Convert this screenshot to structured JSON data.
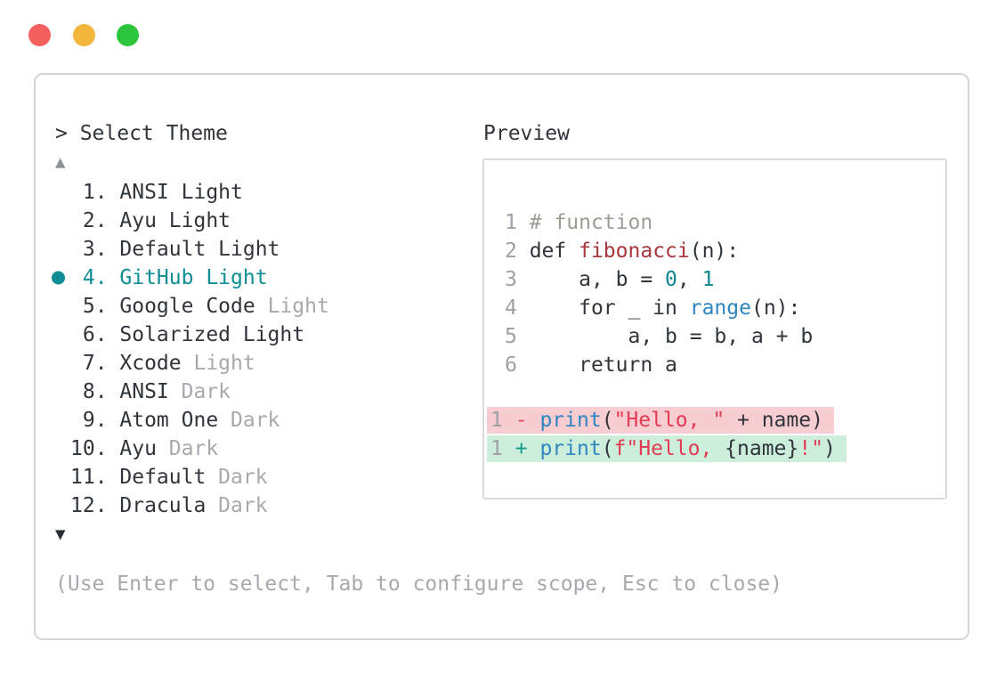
{
  "picker": {
    "title": "> Select Theme",
    "scroll_up_symbol": "▲",
    "scroll_down_symbol": "▼",
    "items": [
      {
        "number": 1,
        "name": "ANSI Light",
        "suffix": "",
        "selected": false
      },
      {
        "number": 2,
        "name": "Ayu Light",
        "suffix": "",
        "selected": false
      },
      {
        "number": 3,
        "name": "Default Light",
        "suffix": "",
        "selected": false
      },
      {
        "number": 4,
        "name": "GitHub Light",
        "suffix": "",
        "selected": true
      },
      {
        "number": 5,
        "name": "Google Code",
        "suffix": "Light",
        "selected": false
      },
      {
        "number": 6,
        "name": "Solarized Light",
        "suffix": "",
        "selected": false
      },
      {
        "number": 7,
        "name": "Xcode",
        "suffix": "Light",
        "selected": false
      },
      {
        "number": 8,
        "name": "ANSI",
        "suffix": "Dark",
        "selected": false
      },
      {
        "number": 9,
        "name": "Atom One",
        "suffix": "Dark",
        "selected": false
      },
      {
        "number": 10,
        "name": "Ayu",
        "suffix": "Dark",
        "selected": false
      },
      {
        "number": 11,
        "name": "Default",
        "suffix": "Dark",
        "selected": false
      },
      {
        "number": 12,
        "name": "Dracula",
        "suffix": "Dark",
        "selected": false
      }
    ]
  },
  "preview": {
    "title": "Preview",
    "code_lines": [
      {
        "num": "1",
        "tokens": [
          [
            "plain",
            " "
          ],
          [
            "comment",
            "# function"
          ]
        ]
      },
      {
        "num": "2",
        "tokens": [
          [
            "plain",
            " def "
          ],
          [
            "func",
            "fibonacci"
          ],
          [
            "plain",
            "(n):"
          ]
        ]
      },
      {
        "num": "3",
        "tokens": [
          [
            "plain",
            "     a, b = "
          ],
          [
            "num",
            "0"
          ],
          [
            "plain",
            ", "
          ],
          [
            "num",
            "1"
          ]
        ]
      },
      {
        "num": "4",
        "tokens": [
          [
            "plain",
            "     for _ in "
          ],
          [
            "call",
            "range"
          ],
          [
            "plain",
            "(n):"
          ]
        ]
      },
      {
        "num": "5",
        "tokens": [
          [
            "plain",
            "         a, b = b, a + b"
          ]
        ]
      },
      {
        "num": "6",
        "tokens": [
          [
            "plain",
            "     return a"
          ]
        ]
      }
    ],
    "diff_lines": [
      {
        "num": "1",
        "kind": "removed",
        "tokens": [
          [
            "plain",
            " "
          ],
          [
            "minus",
            "-"
          ],
          [
            "plain",
            " "
          ],
          [
            "call",
            "print"
          ],
          [
            "plain",
            "("
          ],
          [
            "string",
            "\"Hello, \""
          ],
          [
            "plain",
            " + name)"
          ]
        ]
      },
      {
        "num": "1",
        "kind": "added",
        "tokens": [
          [
            "plain",
            " "
          ],
          [
            "plus",
            "+"
          ],
          [
            "plain",
            " "
          ],
          [
            "call",
            "print"
          ],
          [
            "plain",
            "("
          ],
          [
            "string",
            "f\"Hello, "
          ],
          [
            "plain",
            "{name}"
          ],
          [
            "string",
            "!\""
          ],
          [
            "plain",
            ")"
          ]
        ]
      }
    ]
  },
  "footer": {
    "help": "(Use Enter to select, Tab to configure scope, Esc to close)"
  },
  "colors": {
    "text_dark": "#30353c",
    "text_gray": "#a6a9ad",
    "line_number_gray": "#9da0a4",
    "selected_teal": "#0f8d95",
    "comment_green_gray": "#9a9e92",
    "function_red": "#a8363c",
    "number_teal": "#0e8691",
    "call_blue": "#2e85c0",
    "string_red": "#e23b55",
    "diff_minus_red": "#e04a5e",
    "diff_plus_teal": "#12998f",
    "diff_removed_bg": "#f8cdd1",
    "diff_added_bg": "#cdeeda",
    "panel_border": "#d5d5d5",
    "preview_border": "#dadada",
    "traffic_red": "#f4605d",
    "traffic_yellow": "#f2b63c",
    "traffic_green": "#2dc53e",
    "scroll_up_gray": "#8f9398",
    "scroll_down_dark": "#2b3036"
  }
}
